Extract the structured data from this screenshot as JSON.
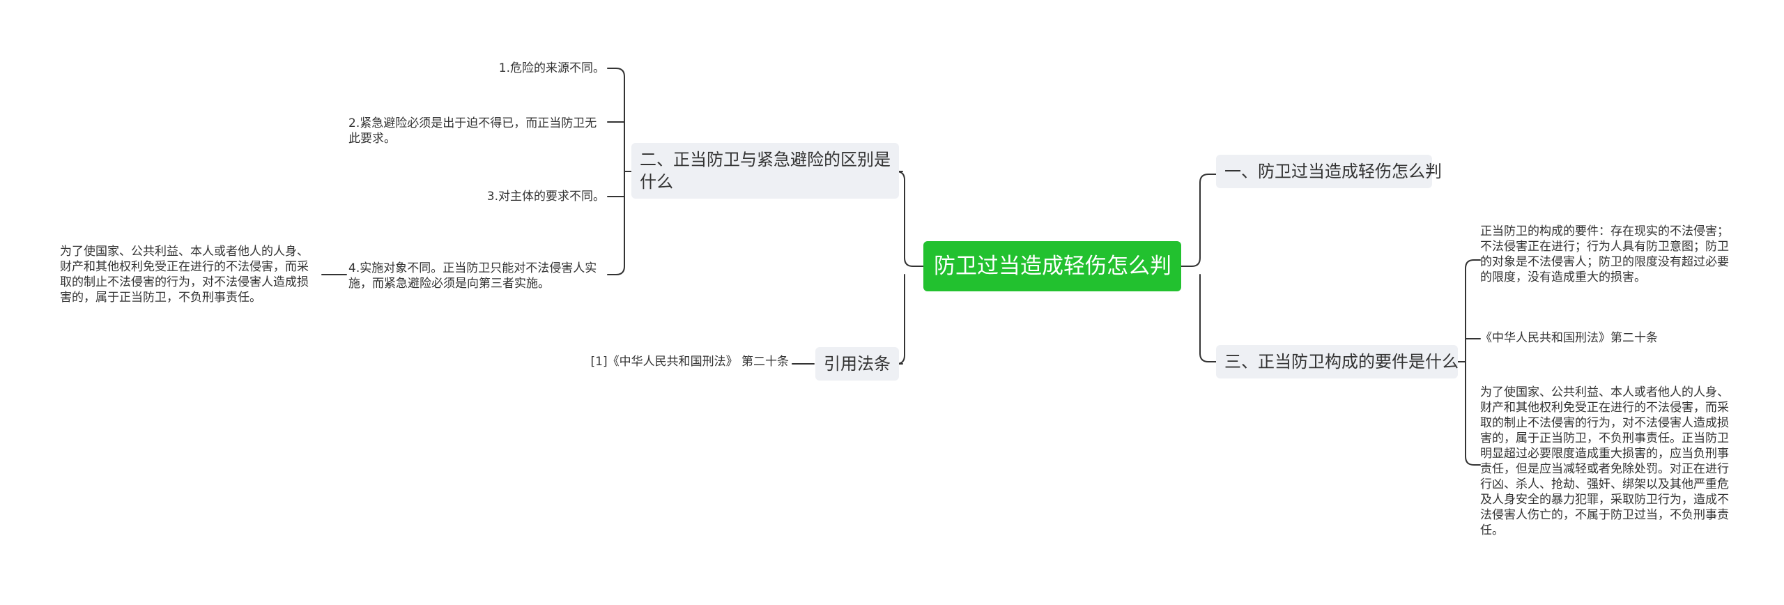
{
  "root": {
    "label": "防卫过当造成轻伤怎么判"
  },
  "left": {
    "diff": {
      "label": "二、正当防卫与紧急避险的区别是什么",
      "items": [
        "1.危险的来源不同。",
        "2.紧急避险必须是出于迫不得已，而正当防卫无此要求。",
        "3.对主体的要求不同。",
        "4.实施对象不同。正当防卫只能对不法侵害人实施，而紧急避险必须是向第三者实施。"
      ],
      "sub_note": "为了使国家、公共利益、本人或者他人的人身、财产和其他权利免受正在进行的不法侵害，而采取的制止不法侵害的行为，对不法侵害人造成损害的，属于正当防卫，不负刑事责任。"
    },
    "cite": {
      "label": "引用法条",
      "items": [
        "[1]《中华人民共和国刑法》 第二十条"
      ]
    }
  },
  "right": {
    "q1": {
      "label": "一、防卫过当造成轻伤怎么判"
    },
    "q3": {
      "label": "三、正当防卫构成的要件是什么",
      "items": [
        "正当防卫的构成的要件：存在现实的不法侵害；不法侵害正在进行；行为人具有防卫意图；防卫的对象是不法侵害人；防卫的限度没有超过必要的限度，没有造成重大的损害。",
        "《中华人民共和国刑法》第二十条",
        "为了使国家、公共利益、本人或者他人的人身、财产和其他权利免受正在进行的不法侵害，而采取的制止不法侵害的行为，对不法侵害人造成损害的，属于正当防卫，不负刑事责任。正当防卫明显超过必要限度造成重大损害的，应当负刑事责任，但是应当减轻或者免除处罚。对正在进行行凶、杀人、抢劫、强奸、绑架以及其他严重危及人身安全的暴力犯罪，采取防卫行为，造成不法侵害人伤亡的，不属于防卫过当，不负刑事责任。"
      ]
    }
  }
}
